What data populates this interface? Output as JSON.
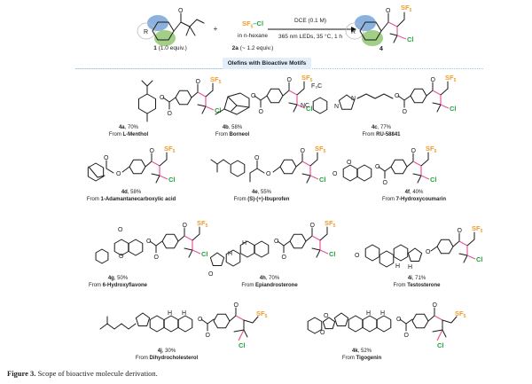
{
  "scheme": {
    "reactant1": {
      "number": "1",
      "equiv": "(1.0 equiv.)",
      "substituent": "R"
    },
    "reagent": {
      "formula": "SF5–Cl",
      "formula_main": "SF",
      "formula_sub": "5",
      "formula_tail": "–Cl",
      "solvent": "in n-hexane",
      "number": "2a",
      "equiv": "(~ 1.2 equiv.)"
    },
    "plus": "+",
    "arrow_above": "DCE (0.1 M)",
    "arrow_below": "365 nm LEDs, 35 °C, 1 h",
    "product": {
      "number": "4",
      "substituent": "R"
    }
  },
  "section_banner": "Olefins with Bioactive Motifs",
  "atoms": {
    "sf5": "SF",
    "sf5_sub": "5",
    "cl": "Cl",
    "o": "O",
    "n": "N",
    "h": "H",
    "cf3": "F₃C",
    "nc": "NC"
  },
  "compounds": [
    {
      "id": "4a",
      "yield": "70%",
      "source": "L-Menthol"
    },
    {
      "id": "4b",
      "yield": "58%",
      "source": "Borneol"
    },
    {
      "id": "4c",
      "yield": "77%",
      "source": "RU-58841"
    },
    {
      "id": "4d",
      "yield": "58%",
      "source": "1-Adamantanecarboxylic acid"
    },
    {
      "id": "4e",
      "yield": "55%",
      "source": "(S)-(+)-Ibuprofen"
    },
    {
      "id": "4f",
      "yield": "40%",
      "source": "7-Hydroxycoumarin"
    },
    {
      "id": "4g",
      "yield": "50%",
      "source": "6-Hydroxyflavone"
    },
    {
      "id": "4h",
      "yield": "70%",
      "source": "Epiandrosterone"
    },
    {
      "id": "4i",
      "yield": "71%",
      "source": "Testosterone"
    },
    {
      "id": "4j",
      "yield": "30%",
      "source": "Dihydrocholesterol"
    },
    {
      "id": "4k",
      "yield": "52%",
      "source": "Tigogenin"
    }
  ],
  "from_label": "From",
  "figure_caption": {
    "label": "Figure 3.",
    "text": "Scope of bioactive molecule derivation."
  },
  "colors": {
    "sf5": "#f39a2b",
    "cl": "#22a33a",
    "new_bond": "#e8559f",
    "blue_blob": "#6e9fd6",
    "green_blob": "#8cc26a",
    "banner": "#e3eef8"
  }
}
